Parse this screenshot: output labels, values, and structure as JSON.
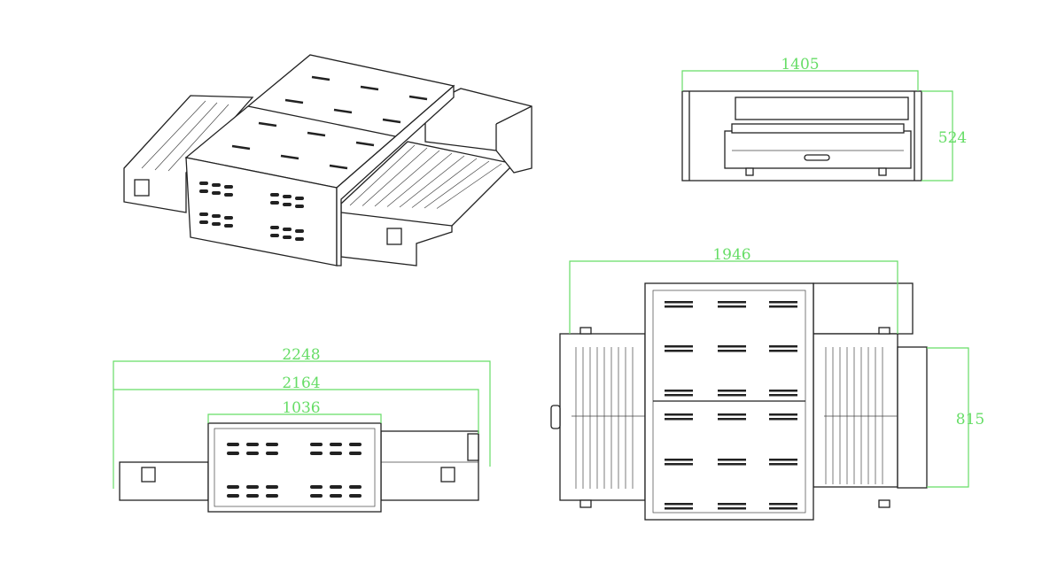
{
  "drawing": {
    "views": [
      "isometric",
      "front",
      "side",
      "top"
    ],
    "dimensions": {
      "front_width": "1405",
      "front_height": "524",
      "top_width": "1946",
      "top_depth": "815",
      "side_overall": "2248",
      "side_conveyor": "2164",
      "side_body": "1036"
    },
    "colors": {
      "dimension": "#66dd66",
      "outline": "#222222"
    }
  }
}
